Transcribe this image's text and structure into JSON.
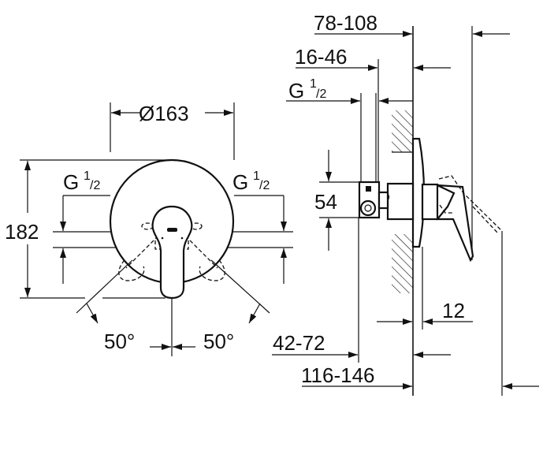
{
  "front_view": {
    "diameter_label": "Ø163",
    "height_label": "182",
    "thread_left": {
      "base": "G",
      "sup": "1",
      "sub": "/2"
    },
    "thread_right": {
      "base": "G",
      "sup": "1",
      "sub": "/2"
    },
    "angle_left": "50°",
    "angle_right": "50°"
  },
  "side_view": {
    "depth_total_label": "78-108",
    "depth_body_label": "16-46",
    "thread": {
      "base": "G",
      "sup": "1",
      "sub": "/2"
    },
    "height_label": "54",
    "plate_label": "12",
    "install_depth_label": "42-72",
    "overall_label": "116-146"
  }
}
